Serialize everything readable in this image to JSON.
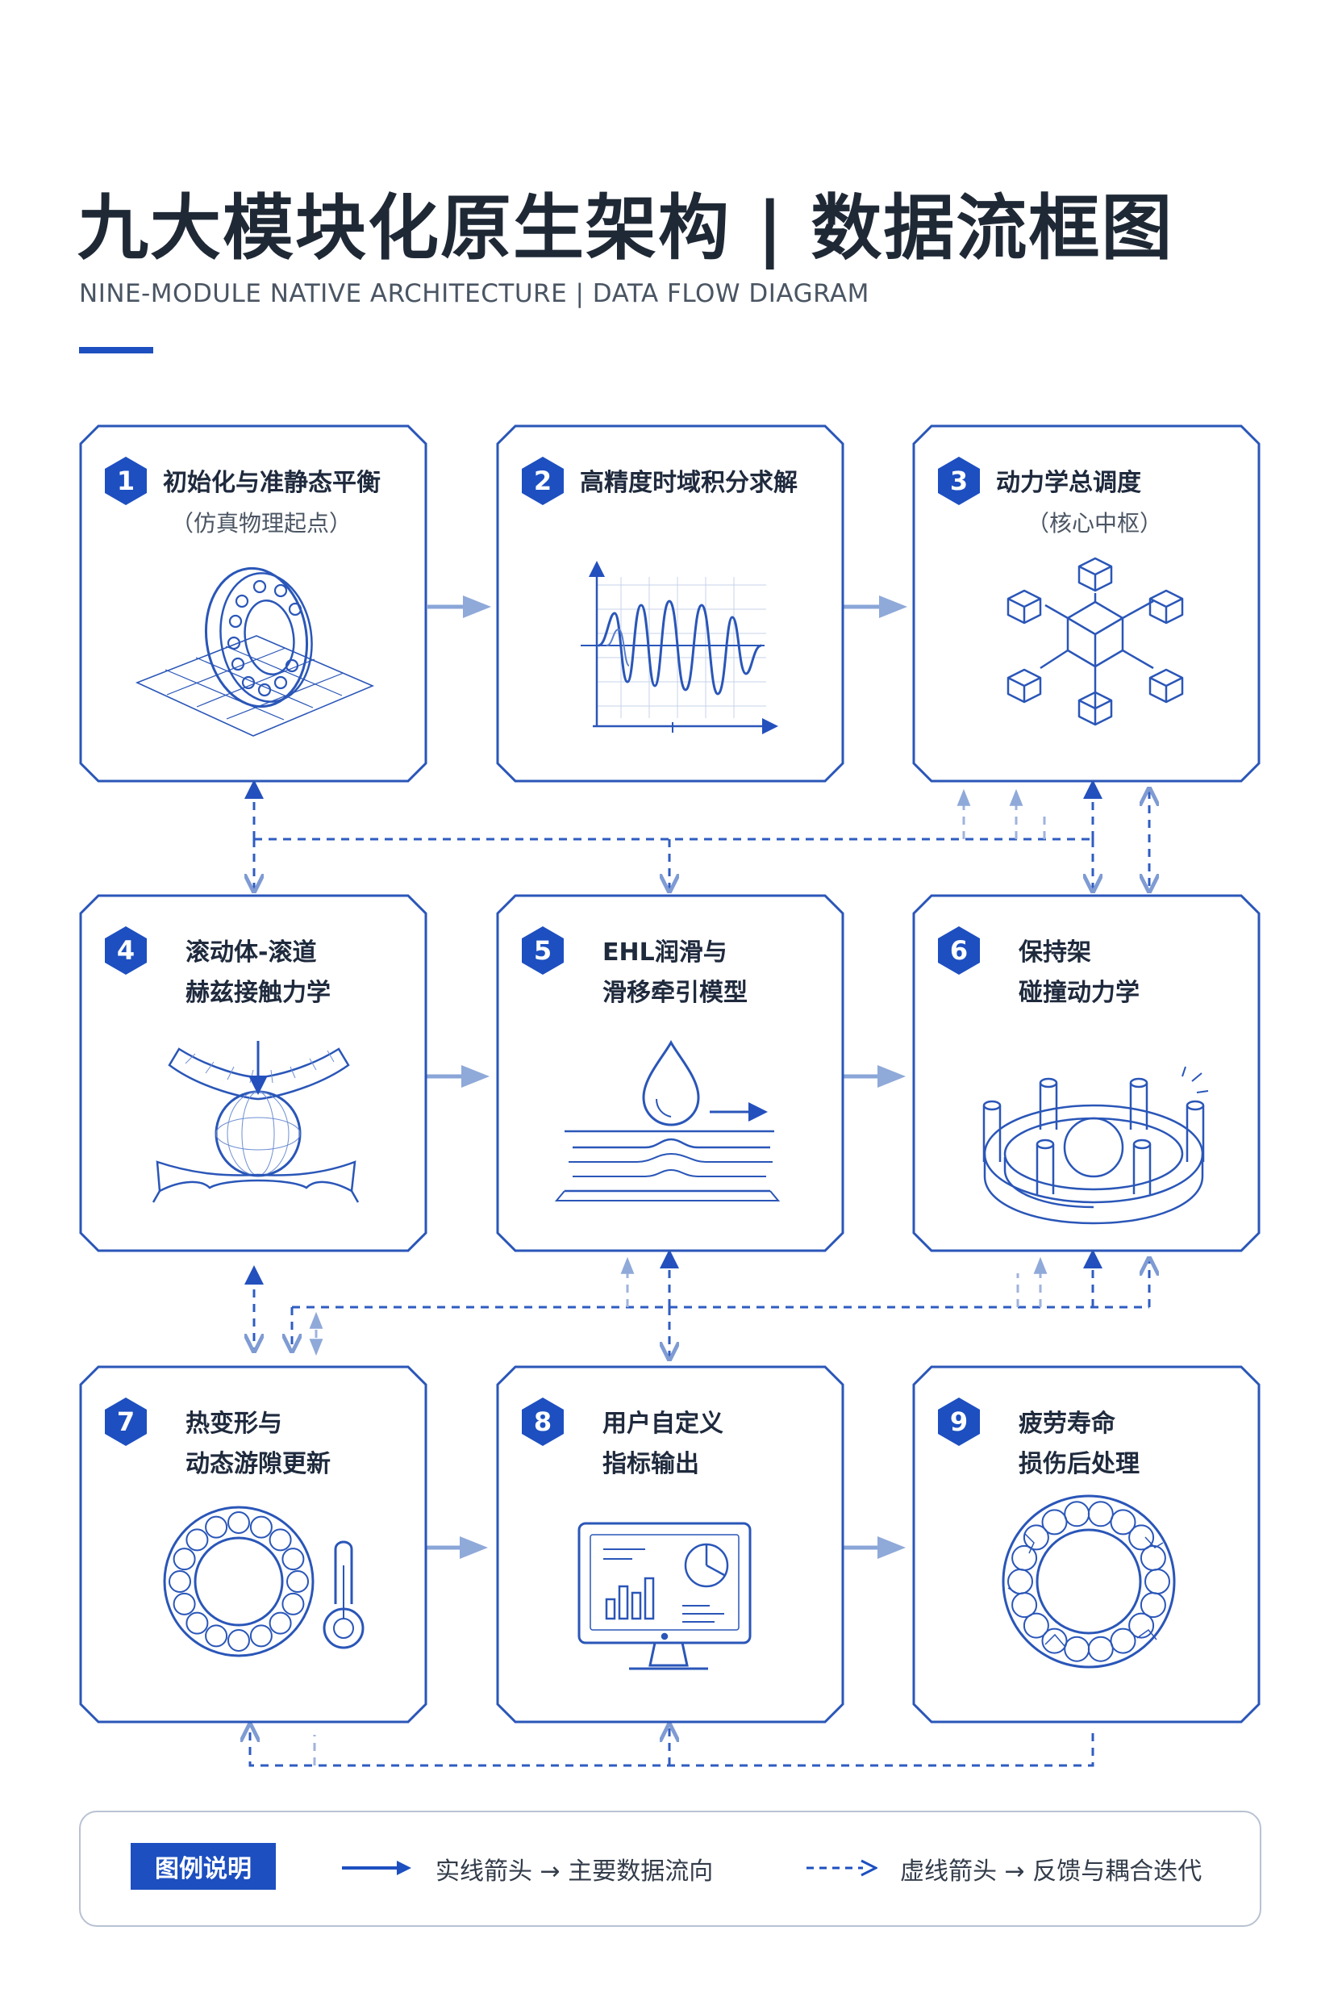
{
  "header": {
    "title": "九大模块化原生架构 | 数据流框图",
    "subtitle": "NINE-MODULE NATIVE ARCHITECTURE | DATA FLOW DIAGRAM"
  },
  "modules": [
    {
      "num": "1",
      "line1": "初始化与准静态平衡",
      "line2": "（仿真物理起点）",
      "icon": "bearing-on-grid-icon"
    },
    {
      "num": "2",
      "line1": "高精度时域积分求解",
      "line2": "",
      "icon": "waveform-chart-icon"
    },
    {
      "num": "3",
      "line1": "动力学总调度",
      "line2": "（核心中枢）",
      "icon": "cube-network-hub-icon"
    },
    {
      "num": "4",
      "line1": "滚动体-滚道",
      "line2": "赫兹接触力学",
      "icon": "ball-contact-icon"
    },
    {
      "num": "5",
      "line1": "EHL润滑与",
      "line2": "滑移牵引模型",
      "icon": "oil-drop-film-icon"
    },
    {
      "num": "6",
      "line1": "保持架",
      "line2": "碰撞动力学",
      "icon": "cage-collision-icon"
    },
    {
      "num": "7",
      "line1": "热变形与",
      "line2": "动态游隙更新",
      "icon": "bearing-thermometer-icon"
    },
    {
      "num": "8",
      "line1": "用户自定义",
      "line2": "指标输出",
      "icon": "monitor-dashboard-icon"
    },
    {
      "num": "9",
      "line1": "疲劳寿命",
      "line2": "损伤后处理",
      "icon": "cracked-bearing-icon"
    }
  ],
  "legend": {
    "title": "图例说明",
    "solid_text": "实线箭头 → 主要数据流向",
    "dashed_text": "虚线箭头 → 反馈与耦合迭代"
  },
  "colors": {
    "primary": "#1d4fc0",
    "arrow_light": "#8aa6d8",
    "frame": "#2a56b8",
    "text": "#1f2936"
  }
}
